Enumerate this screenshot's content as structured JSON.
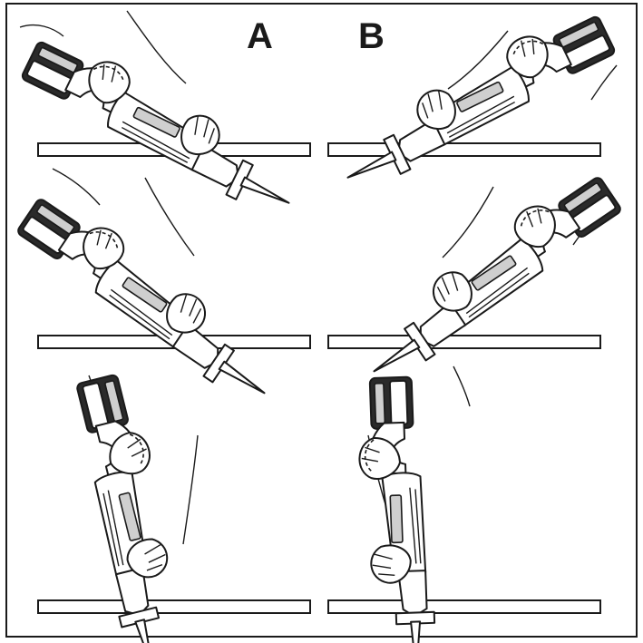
{
  "columns": {
    "a": {
      "label": "A"
    },
    "b": {
      "label": "B"
    }
  },
  "panels": [
    {
      "column": "A",
      "row": 1
    },
    {
      "column": "B",
      "row": 1
    },
    {
      "column": "A",
      "row": 2
    },
    {
      "column": "B",
      "row": 2
    },
    {
      "column": "A",
      "row": 3
    },
    {
      "column": "B",
      "row": 3
    }
  ]
}
